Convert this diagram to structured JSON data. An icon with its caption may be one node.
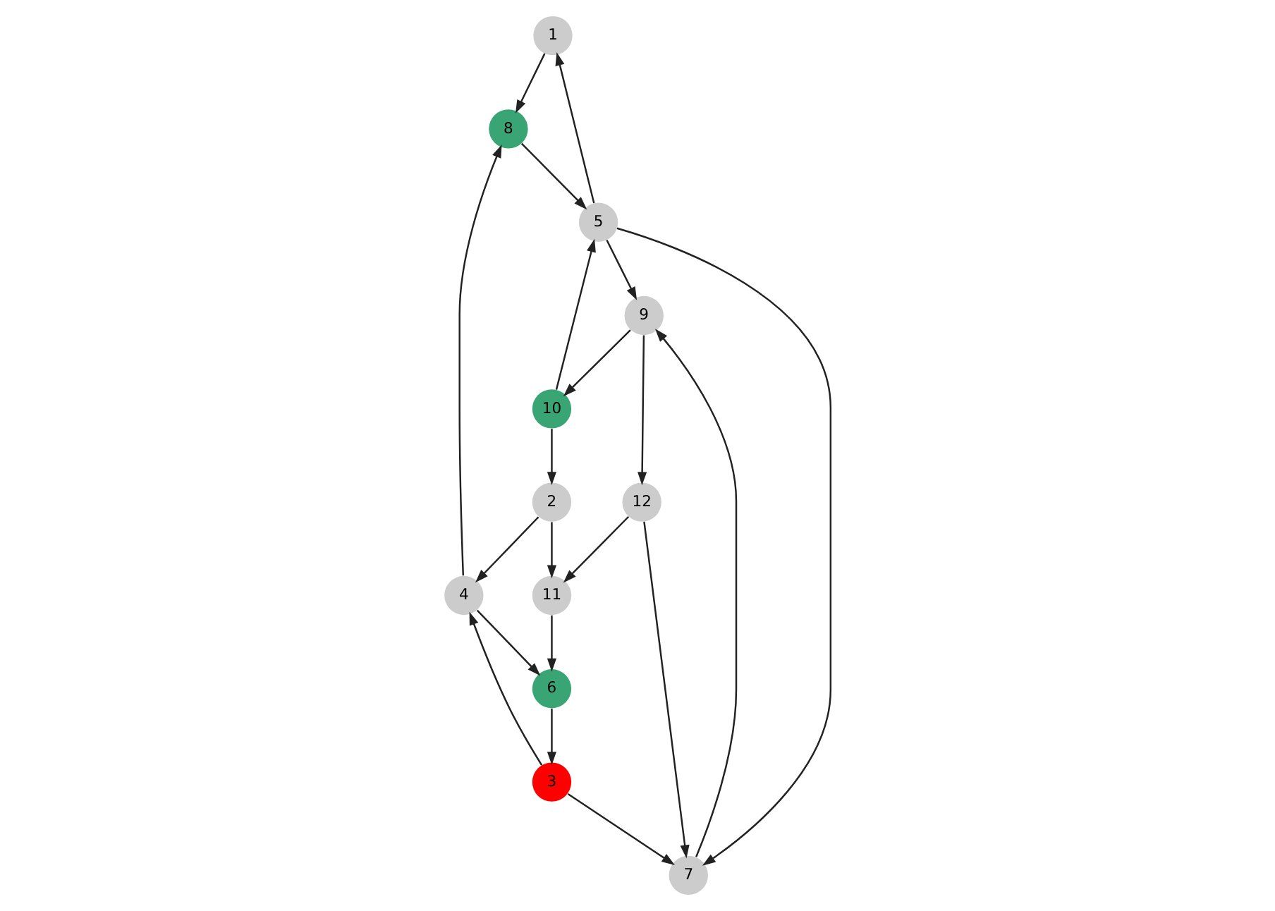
{
  "diagram": {
    "nodes": [
      {
        "text": [
          "1"
        ]
      },
      {
        "text": [
          "2"
        ]
      },
      {
        "text": [
          "3"
        ]
      },
      {
        "text": [
          "4"
        ]
      },
      {
        "text": [
          "5"
        ]
      },
      {
        "text": [
          "6"
        ]
      },
      {
        "text": [
          "7"
        ]
      },
      {
        "text": [
          "8"
        ]
      },
      {
        "text": [
          "9"
        ]
      },
      {
        "text": [
          "10"
        ]
      },
      {
        "text": [
          "11"
        ]
      },
      {
        "text": [
          "12"
        ]
      }
    ],
    "edges": [
      {
        "from": 9,
        "to": 1,
        "arrow": "to"
      },
      {
        "from": 9,
        "to": 4,
        "arrow": "to"
      },
      {
        "from": 1,
        "to": 3,
        "arrow": "to"
      },
      {
        "from": 1,
        "to": 10,
        "arrow": "to"
      },
      {
        "from": 4,
        "to": 0,
        "arrow": "to"
      },
      {
        "from": 4,
        "to": 8,
        "arrow": "to"
      },
      {
        "from": 4,
        "to": 6,
        "arrow": "to"
      },
      {
        "from": 7,
        "to": 4,
        "arrow": "to"
      },
      {
        "from": 8,
        "to": 9,
        "arrow": "to"
      },
      {
        "from": 8,
        "to": 11,
        "arrow": "to"
      },
      {
        "from": 6,
        "to": 8,
        "arrow": "to"
      },
      {
        "from": 0,
        "to": 7,
        "arrow": "to"
      },
      {
        "from": 3,
        "to": 7,
        "arrow": "to"
      },
      {
        "from": 3,
        "to": 5,
        "arrow": "to"
      },
      {
        "from": 5,
        "to": 2,
        "arrow": "to"
      },
      {
        "from": 2,
        "to": 3,
        "arrow": "to"
      },
      {
        "from": 2,
        "to": 6,
        "arrow": "to"
      },
      {
        "from": 10,
        "to": 5,
        "arrow": "to"
      },
      {
        "from": 11,
        "to": 6,
        "arrow": "to"
      },
      {
        "from": 11,
        "to": 10,
        "arrow": "to"
      }
    ]
  }
}
